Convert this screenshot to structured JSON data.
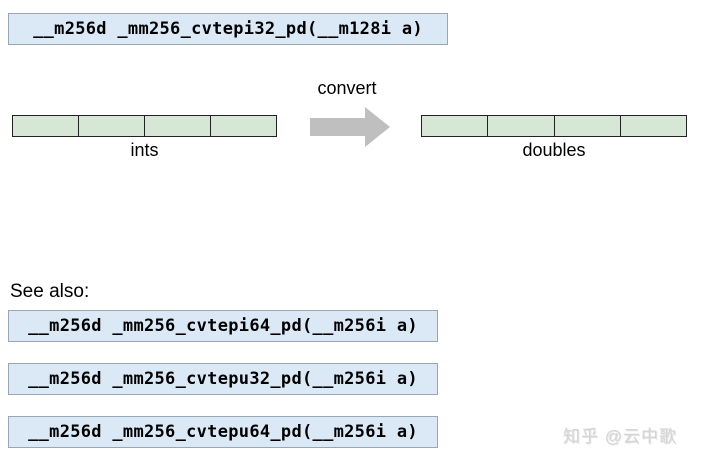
{
  "signature": {
    "text": "__m256d _mm256_cvtepi32_pd(__m128i a)"
  },
  "diagram": {
    "convert_label": "convert",
    "source_vector": {
      "label": "ints",
      "cell_count": 4
    },
    "dest_vector": {
      "label": "doubles",
      "cell_count": 4
    }
  },
  "see_also": {
    "heading": "See also:",
    "items": [
      {
        "text": "__m256d _mm256_cvtepi64_pd(__m256i a)"
      },
      {
        "text": "__m256d _mm256_cvtepu32_pd(__m256i a)"
      },
      {
        "text": "__m256d _mm256_cvtepu64_pd(__m256i a)"
      }
    ]
  },
  "watermark": {
    "text": "知乎 @云中歌"
  },
  "colors": {
    "code_box_fill": "#dbe9f7",
    "code_box_border": "#9aa6b2",
    "cell_fill": "#d6e8d5",
    "cell_border": "#222222",
    "arrow_fill": "#bfbfbf",
    "watermark_color": "#d4d4d4",
    "text_color": "#000000"
  }
}
